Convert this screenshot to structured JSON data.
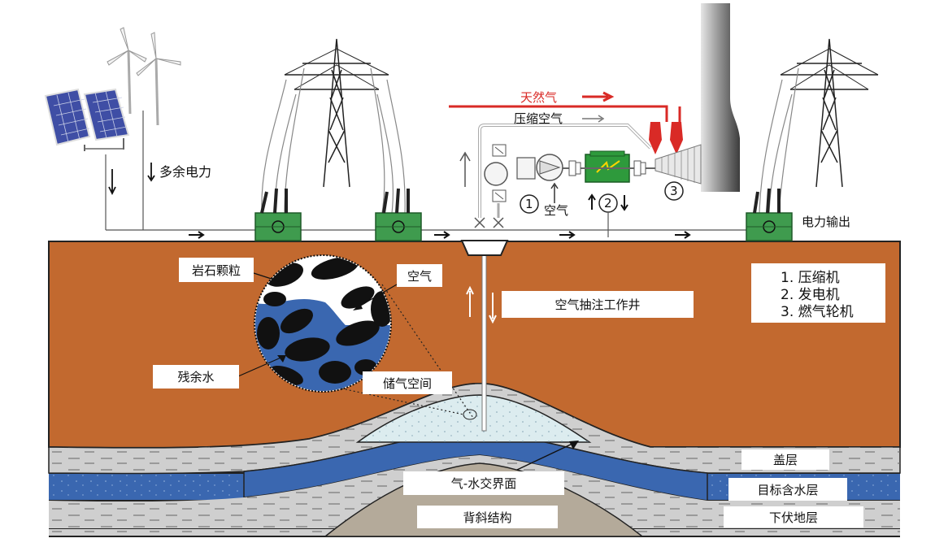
{
  "labels": {
    "natural_gas": "天然气",
    "compressed_air": "压缩空气",
    "surplus_power": "多余电力",
    "air_intake": "空气",
    "power_output": "电力输出",
    "rock_particles": "岩石颗粒",
    "air": "空气",
    "residual_water": "残余水",
    "storage_space": "储气空间",
    "well": "空气抽注工作井",
    "gas_water_contact": "气-水交界面",
    "anticline": "背斜结构",
    "cap_rock": "盖层",
    "aquifer": "目标含水层",
    "underlying": "下伏地层"
  },
  "legend": [
    "1. 压缩机",
    "2. 发电机",
    "3. 燃气轮机"
  ],
  "markers": [
    "1",
    "2",
    "3"
  ],
  "colors": {
    "sediment": "#c2692f",
    "aquifer": "#3a67b0",
    "gray_layer": "#c8c8c8",
    "gas_zone": "#dcecef",
    "anticline": "#b4aa9a",
    "transformer": "#3f9b4e",
    "gas_line": "#d92a26",
    "generator": "#2e9a3c",
    "solar": "#3f4ea5",
    "chimney": "#9a9a9a"
  }
}
